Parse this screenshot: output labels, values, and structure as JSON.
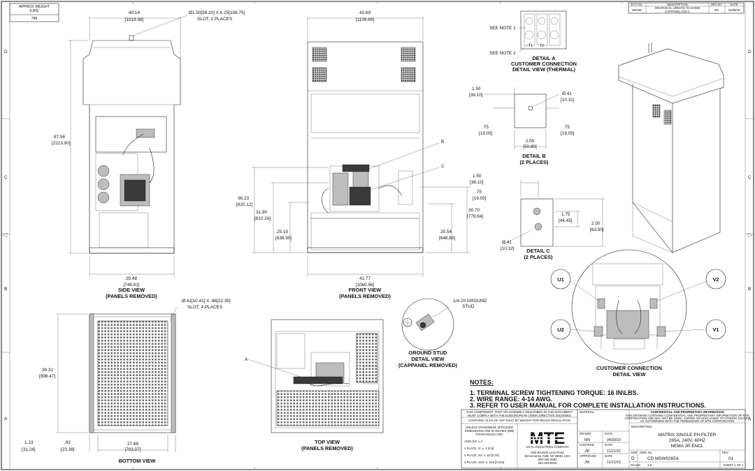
{
  "weight_box": {
    "label": "APPROX WEIGHT\n(LBS)",
    "label_line1": "APPROX WEIGHT",
    "label_line2": "(LBS)",
    "value": "786"
  },
  "revision_block": {
    "headers": [
      "ECO No.",
      "DESCRIPTION",
      "REV BY",
      "DATE"
    ],
    "row": {
      "eco": "M9768",
      "description_1": "GRAPHICAL UPDATE TO SHOW",
      "description_2": "CAPPANEL-015-C",
      "rev_by": "RR",
      "date": "10/06/16"
    }
  },
  "zones": {
    "rows": [
      "D",
      "C",
      "B",
      "A"
    ]
  },
  "side_view": {
    "title_1": "SIDE VIEW",
    "title_2": "(PANELS REMOVED)",
    "dim_top": "40.14",
    "dim_top_mm": "[1019.56]",
    "slot": "Ø1.50[38.10] X 6.25[158.75]",
    "slot_2": "SLOT, 2 PLACES",
    "dim_height": "87.56",
    "dim_height_mm": "[2223.90]",
    "dim_width": "29.48",
    "dim_width_mm": "[748.81]"
  },
  "front_view": {
    "title_1": "FRONT VIEW",
    "title_2": "(PANELS REMOVED)",
    "dim_top": "43.69",
    "dim_top_mm": "[1109.69]",
    "dim_a": "36.23",
    "dim_a_mm": "[920.12]",
    "dim_b": "31.90",
    "dim_b_mm": "[810.24]",
    "dim_c": "25.15",
    "dim_c_mm": "[638.90]",
    "dim_d": "30.70",
    "dim_d_mm": "[779.84]",
    "dim_e": "25.54",
    "dim_e_mm": "[648.83]",
    "dim_width": "41.77",
    "dim_width_mm": "[1060.96]",
    "callout_b": "B",
    "callout_c": "C"
  },
  "detail_a": {
    "title_1": "DETAIL A",
    "title_2": "CUSTOMER CONNECTION",
    "title_3": "DETAIL VIEW (THERMAL)",
    "note1": "SEE NOTE 1",
    "note2": "SEE NOTE 2",
    "t1": "T1",
    "t2": "T2"
  },
  "detail_b": {
    "title_1": "DETAIL B",
    "title_2": "(2 PLACES)",
    "d1": "1.50",
    "d1_mm": "[38.10]",
    "hole": "Ø.41",
    "hole_mm": "[10.31]",
    "d2": ".75",
    "d2_mm": "[19.05]",
    "d3": ".75",
    "d3_mm": "[19.05]",
    "d4": "2.00",
    "d4_mm": "[50.80]"
  },
  "detail_c": {
    "title_1": "DETAIL C",
    "title_2": "(2 PLACES)",
    "d1": "1.50",
    "d1_mm": "[38.10]",
    "d2": ".75",
    "d2_mm": "[19.05]",
    "d3": "1.75",
    "d3_mm": "[44.45]",
    "d4": "2.50",
    "d4_mm": "[63.50]",
    "hole": "Ø.41",
    "hole_mm": "[10.32]"
  },
  "bottom_view": {
    "title": "BOTTOM VIEW",
    "slot": "Ø.41[10.41] X .88[22.35]",
    "slot_2": "SLOT, 4 PLACES",
    "dim_h": "39.31",
    "dim_h_mm": "[998.47]",
    "dim_a": "1.23",
    "dim_a_mm": "[31.24]",
    "dim_b": ".92",
    "dim_b_mm": "[23.38]",
    "dim_c": "27.68",
    "dim_c_mm": "[703.07]"
  },
  "top_view": {
    "title_1": "TOP VIEW",
    "title_2": "(PANELS REMOVED)",
    "callout_a": "A"
  },
  "ground_stud": {
    "title_1": "GROUND STUD",
    "title_2": "DETAIL VIEW",
    "title_3": "(CAPPANEL REMOVED)",
    "label_1": "1/4-20 GROUND",
    "label_2": "STUD"
  },
  "customer_connection": {
    "title_1": "CUSTOMER CONNECTION",
    "title_2": "DETAIL VIEW",
    "terminals": [
      "U1",
      "V2",
      "U2",
      "V1"
    ]
  },
  "notes": {
    "heading": "NOTES:",
    "items": [
      "1.  TERMINAL SCREW TIGHTENING TORQUE: 16 IN\\LBS.",
      "2.  WIRE RANGE: 4-14 AWG.",
      "3.  REFER TO USER MANUAL FOR COMPLETE INSTALLATION INSTRUCTIONS."
    ]
  },
  "title_block": {
    "compliance_1": "THIS COMPONENT, PART OR ASSEMBLY DESCRIBED IN THIS DOCUMENT",
    "compliance_2": "MUST COMPLY WITH THE EU/EUROPEAN UNION DIRECTIVE 2011/65/EU",
    "reach": "CONTAINS <0.1% OF ANY SVHC BY WEIGHT FOR REACH REGULATION",
    "unless_1": "UNLESS OTHERWISE SPECIFIED",
    "unless_2": "DIMENSIONS ARE IN INCHES [MM]",
    "unless_3": "TOLERANCES ARE:",
    "angles": "ANGLES: ± 1°",
    "place1": "1 PLACE .X: ± .1 [2.5]",
    "place2": "2 PLACE .XX: ± .03 [0.76]",
    "place3": "3 PLACE .XXX: ± .010 [0.254]",
    "logo": "MTE",
    "logo_sub": "AN AL INDUSTRIES COMPANY",
    "address": [
      "N83 W13330 Leon Road",
      "Menomonee Falls, WI 53051 USA",
      "800-455-4683",
      "262-253-8200"
    ],
    "material": "MATERIAL",
    "drawn": "DRAWN",
    "drawn_by": "MN",
    "drawn_date": "04/20/15",
    "checked": "CHECKED",
    "checked_by": "JM",
    "checked_date": "11/21/15",
    "approved": "APPROVED",
    "approved_by": "JM",
    "approved_date": "11/21/15",
    "date_label": "DATE",
    "conf_title": "CONFIDENTIAL AND PROPRIETARY INFORMATION",
    "conf_1": "THIS DRAWING CONTAINS CONFIDENTIAL AND PROPRIETARY INFORMATION OF MTE",
    "conf_2": "CORPORATION AND MAY NOT BE USED, COPIED OR DISCLOSED TO OTHERS EXCEPT",
    "conf_3": "AS AUTHORIZED WITH THE PERMISSION OF MTE CORPORATION",
    "description_label": "DESCRIPTION",
    "desc_1": "MATRIX SINGLE PH FILTER",
    "desc_2": "265A, 240V, 60HZ",
    "desc_3": "NEMA 3R ENCL",
    "size_label": "SIZE",
    "size": "D",
    "dwg_label": "DWG No.",
    "dwg": "CD MSW0265A",
    "rev_label": "REV",
    "rev": "01",
    "scale_label": "SCALE",
    "scale": "1:8",
    "sheet": "SHEET 1 OF 1"
  }
}
